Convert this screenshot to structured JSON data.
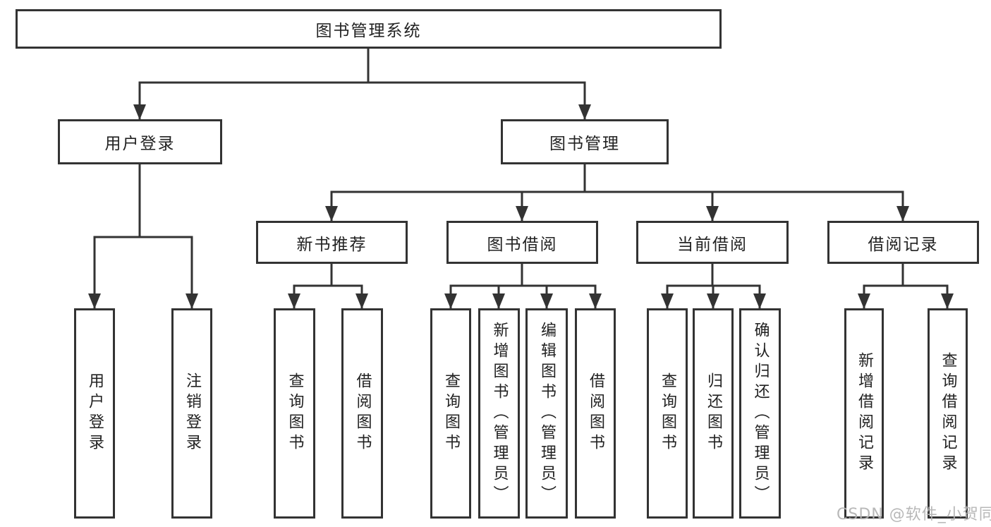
{
  "diagram": {
    "root": "图书管理系统",
    "level2": {
      "user_login": "用户登录",
      "book_mgmt": "图书管理"
    },
    "level3": {
      "new_books": "新书推荐",
      "book_borrow": "图书借阅",
      "current_borrow": "当前借阅",
      "borrow_records": "借阅记录"
    },
    "leaves": {
      "user_login": "用户登录",
      "logout": "注销登录",
      "nb_query": "查询图书",
      "nb_borrow": "借阅图书",
      "bw_query": "查询图书",
      "bw_add": "新增图书（管理员）",
      "bw_edit": "编辑图书（管理员）",
      "bw_borrow": "借阅图书",
      "cur_query": "查询图书",
      "cur_return": "归还图书",
      "cur_confirm": "确认归还（管理员）",
      "rec_add": "新增借阅记录",
      "rec_query": "查询借阅记录"
    },
    "hierarchy": [
      {
        "parent": "图书管理系统",
        "children": [
          "用户登录",
          "图书管理"
        ]
      },
      {
        "parent": "用户登录",
        "children": [
          "用户登录",
          "注销登录"
        ]
      },
      {
        "parent": "图书管理",
        "children": [
          "新书推荐",
          "图书借阅",
          "当前借阅",
          "借阅记录"
        ]
      },
      {
        "parent": "新书推荐",
        "children": [
          "查询图书",
          "借阅图书"
        ]
      },
      {
        "parent": "图书借阅",
        "children": [
          "查询图书",
          "新增图书（管理员）",
          "编辑图书（管理员）",
          "借阅图书"
        ]
      },
      {
        "parent": "当前借阅",
        "children": [
          "查询图书",
          "归还图书",
          "确认归还（管理员）"
        ]
      },
      {
        "parent": "借阅记录",
        "children": [
          "新增借阅记录",
          "查询借阅记录"
        ]
      }
    ]
  },
  "watermark": {
    "text": "CSDN @软件_小贺同学"
  },
  "colors": {
    "line": "#333333",
    "box_border": "#333333",
    "text": "#222222",
    "watermark": "#b3b3b3",
    "background": "#ffffff"
  }
}
